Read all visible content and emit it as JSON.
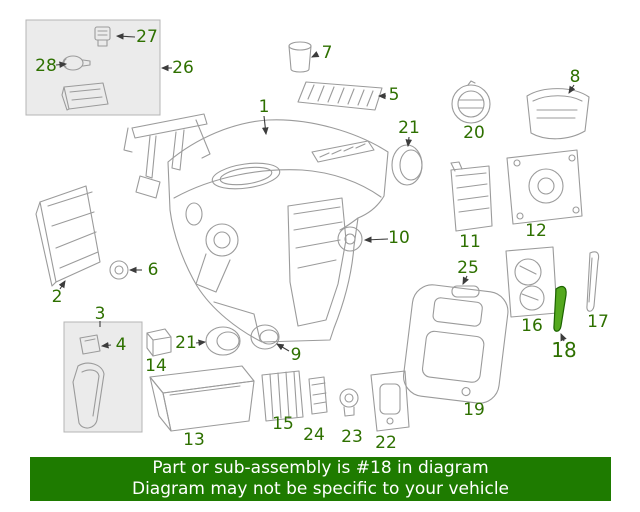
{
  "banner": {
    "line1": "Part or sub-assembly is #18 in diagram",
    "line2": "Diagram may not be specific to your vehicle"
  },
  "diagram": {
    "highlighted_part": "18",
    "labels": {
      "n1": "1",
      "n2": "2",
      "n3": "3",
      "n4": "4",
      "n5": "5",
      "n6": "6",
      "n7": "7",
      "n8": "8",
      "n9": "9",
      "n10": "10",
      "n11": "11",
      "n12": "12",
      "n13": "13",
      "n14": "14",
      "n15": "15",
      "n16": "16",
      "n17": "17",
      "n18": "18",
      "n19": "19",
      "n20": "20",
      "n21": "21",
      "n22": "22",
      "n23": "23",
      "n24": "24",
      "n25": "25",
      "n26": "26",
      "n27": "27",
      "n28": "28"
    }
  },
  "colors": {
    "label_green": "#2e7000",
    "banner_bg": "#1e7b00",
    "banner_text": "#ffffff",
    "highlight_fill": "#54a81e",
    "highlight_stroke": "#1c6300",
    "line_gray": "#9b9b9b",
    "box_fill": "#ebebeb"
  }
}
